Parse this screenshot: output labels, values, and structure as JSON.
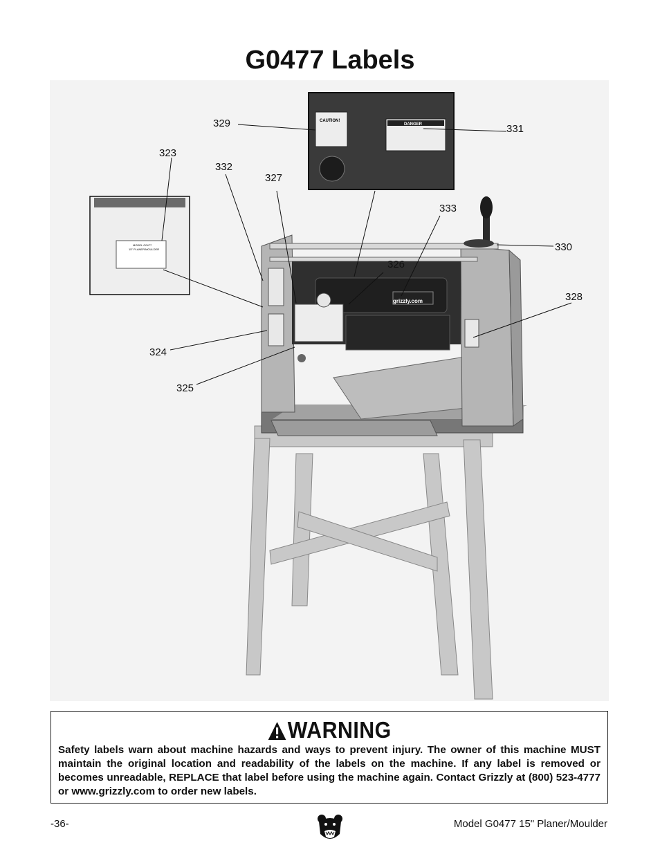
{
  "page": {
    "title": "G0477 Labels",
    "page_number": "-36-",
    "footer_model": "Model G0477 15\" Planer/Moulder"
  },
  "callouts": {
    "c329": "329",
    "c331": "331",
    "c323": "323",
    "c332": "332",
    "c327": "327",
    "c333": "333",
    "c330": "330",
    "c326": "326",
    "c328": "328",
    "c324": "324",
    "c325": "325"
  },
  "machine_labels": {
    "caution": "CAUTION!",
    "danger": "DANGER",
    "brand_label": "grizzly.com",
    "model_plate": "MODEL G0477",
    "model_plate_sub": "15\" PLANER/MOULDER"
  },
  "warning": {
    "heading": "WARNING",
    "text": "Safety labels warn about machine hazards and ways to prevent injury. The owner of this machine MUST maintain the original location and readability of the labels on the machine. If any label is removed or becomes unreadable, REPLACE that label before using the machine again. Contact Grizzly at (800) 523-4777 or www.grizzly.com to order new labels."
  },
  "icons": {
    "warning_triangle": "warning-triangle-icon",
    "footer_logo": "grizzly-bear-logo-icon"
  },
  "colors": {
    "figure_bg": "#f3f3f3",
    "machine_dark": "#333333",
    "machine_mid": "#8a8a8a",
    "stand": "#c4c4c4"
  }
}
